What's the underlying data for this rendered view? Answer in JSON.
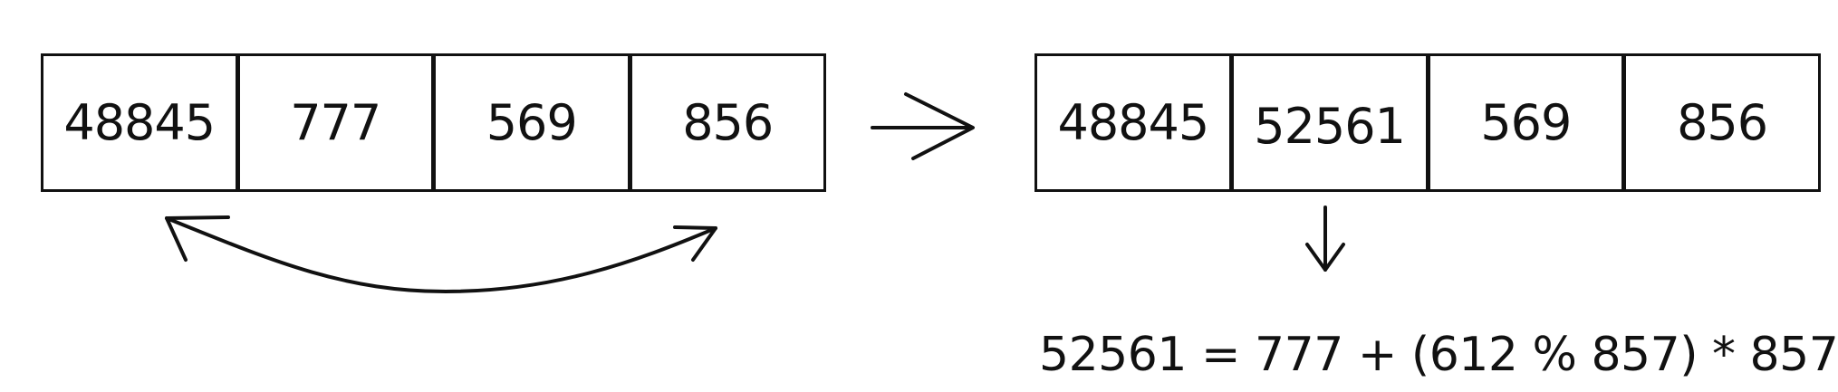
{
  "before": {
    "cells": [
      "48845",
      "777",
      "569",
      "856"
    ]
  },
  "after": {
    "cells": [
      "48845",
      "52561",
      "569",
      "856"
    ]
  },
  "formula": "52561 = 777 + (612 % 857) * 857"
}
